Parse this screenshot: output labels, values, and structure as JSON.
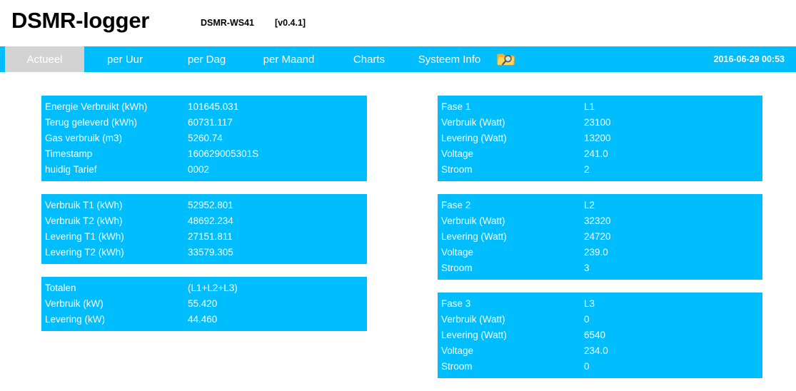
{
  "header": {
    "title": "DSMR-logger",
    "device": "DSMR-WS41",
    "version": "[v0.4.1]"
  },
  "nav": {
    "items": [
      {
        "label": "Actueel",
        "active": true
      },
      {
        "label": "per Uur",
        "active": false
      },
      {
        "label": "per Dag",
        "active": false
      },
      {
        "label": "per Maand",
        "active": false
      },
      {
        "label": "Charts",
        "active": false
      },
      {
        "label": "Systeem Info",
        "active": false
      }
    ],
    "icon": "folder-search-icon",
    "timestamp": "2016-06-29 00:53",
    "bar_color": "#00bdfe",
    "active_tab_color": "#d3d3d3"
  },
  "panels": {
    "left": [
      {
        "name": "meter-totals-panel",
        "rows": [
          {
            "label": "Energie Verbruikt (kWh)",
            "value": "101645.031"
          },
          {
            "label": "Terug geleverd (kWh)",
            "value": "60731.117"
          },
          {
            "label": "Gas verbruik (m3)",
            "value": "5260.74"
          },
          {
            "label": "Timestamp",
            "value": "160629005301S"
          },
          {
            "label": "huidig Tarief",
            "value": "0002"
          }
        ]
      },
      {
        "name": "tariff-breakdown-panel",
        "rows": [
          {
            "label": "Verbruik T1 (kWh)",
            "value": "52952.801"
          },
          {
            "label": "Verbruik T2 (kWh)",
            "value": "48692.234"
          },
          {
            "label": "Levering T1 (kWh)",
            "value": "27151.811"
          },
          {
            "label": "Levering T2 (kWh)",
            "value": "33579.305"
          }
        ]
      },
      {
        "name": "totalen-panel",
        "rows": [
          {
            "label": "Totalen",
            "value": "(L1+L2+L3)"
          },
          {
            "label": "Verbruik (kW)",
            "value": "55.420"
          },
          {
            "label": "Levering (kW)",
            "value": "44.460"
          }
        ]
      }
    ],
    "right": [
      {
        "name": "fase-1-panel",
        "rows": [
          {
            "label": "Fase 1",
            "value": "L1"
          },
          {
            "label": "Verbruik (Watt)",
            "value": "23100"
          },
          {
            "label": "Levering (Watt)",
            "value": "13200"
          },
          {
            "label": "Voltage",
            "value": "241.0"
          },
          {
            "label": "Stroom",
            "value": "2"
          }
        ]
      },
      {
        "name": "fase-2-panel",
        "rows": [
          {
            "label": "Fase 2",
            "value": "L2"
          },
          {
            "label": "Verbruik (Watt)",
            "value": "32320"
          },
          {
            "label": "Levering (Watt)",
            "value": "24720"
          },
          {
            "label": "Voltage",
            "value": "239.0"
          },
          {
            "label": "Stroom",
            "value": "3"
          }
        ]
      },
      {
        "name": "fase-3-panel",
        "rows": [
          {
            "label": "Fase 3",
            "value": "L3"
          },
          {
            "label": "Verbruik (Watt)",
            "value": "0"
          },
          {
            "label": "Levering (Watt)",
            "value": "6540"
          },
          {
            "label": "Voltage",
            "value": "234.0"
          },
          {
            "label": "Stroom",
            "value": "0"
          }
        ]
      }
    ]
  }
}
